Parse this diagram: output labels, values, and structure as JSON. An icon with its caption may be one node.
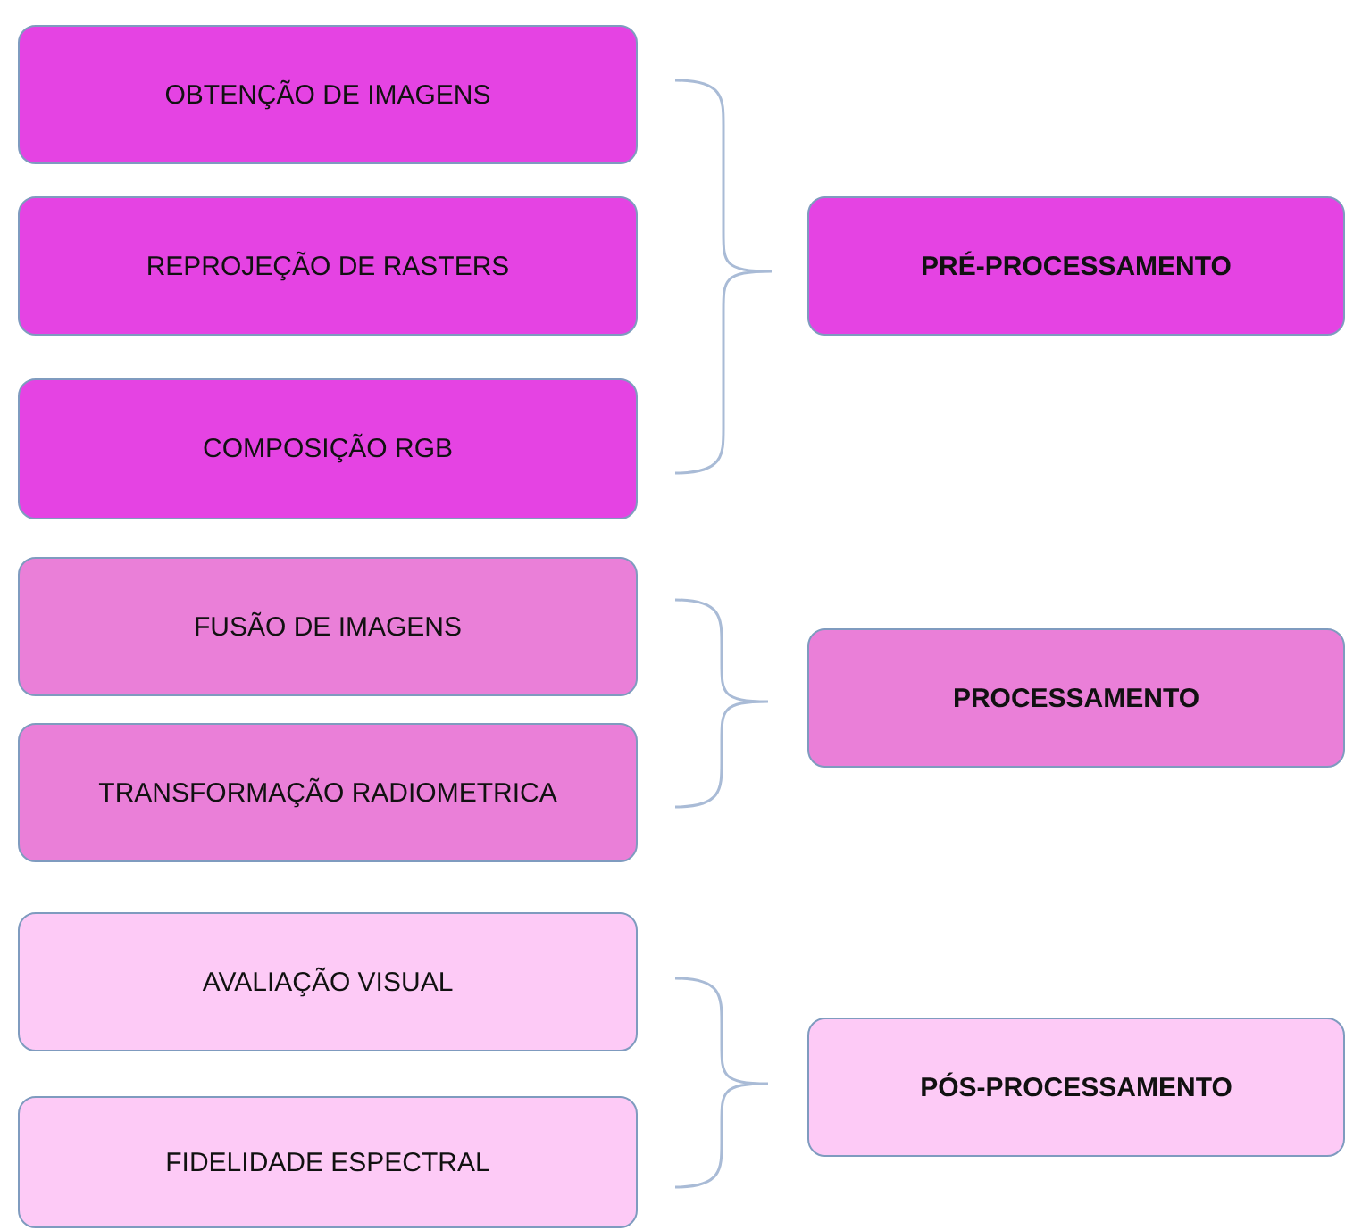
{
  "diagram": {
    "nodes": [
      {
        "text": [
          "OBTENÇÃO DE IMAGENS"
        ]
      },
      {
        "text": [
          "REPROJEÇÃO DE RASTERS"
        ]
      },
      {
        "text": [
          "COMPOSIÇÃO RGB"
        ]
      },
      {
        "text": [
          "PRÉ-PROCESSAMENTO"
        ]
      },
      {
        "text": [
          "FUSÃO DE IMAGENS"
        ]
      },
      {
        "text": [
          "TRANSFORMAÇÃO RADIOMETRICA"
        ]
      },
      {
        "text": [
          "PROCESSAMENTO"
        ]
      },
      {
        "text": [
          "AVALIAÇÃO VISUAL"
        ]
      },
      {
        "text": [
          "FIDELIDADE ESPECTRAL"
        ]
      },
      {
        "text": [
          "PÓS-PROCESSAMENTO"
        ]
      }
    ]
  }
}
